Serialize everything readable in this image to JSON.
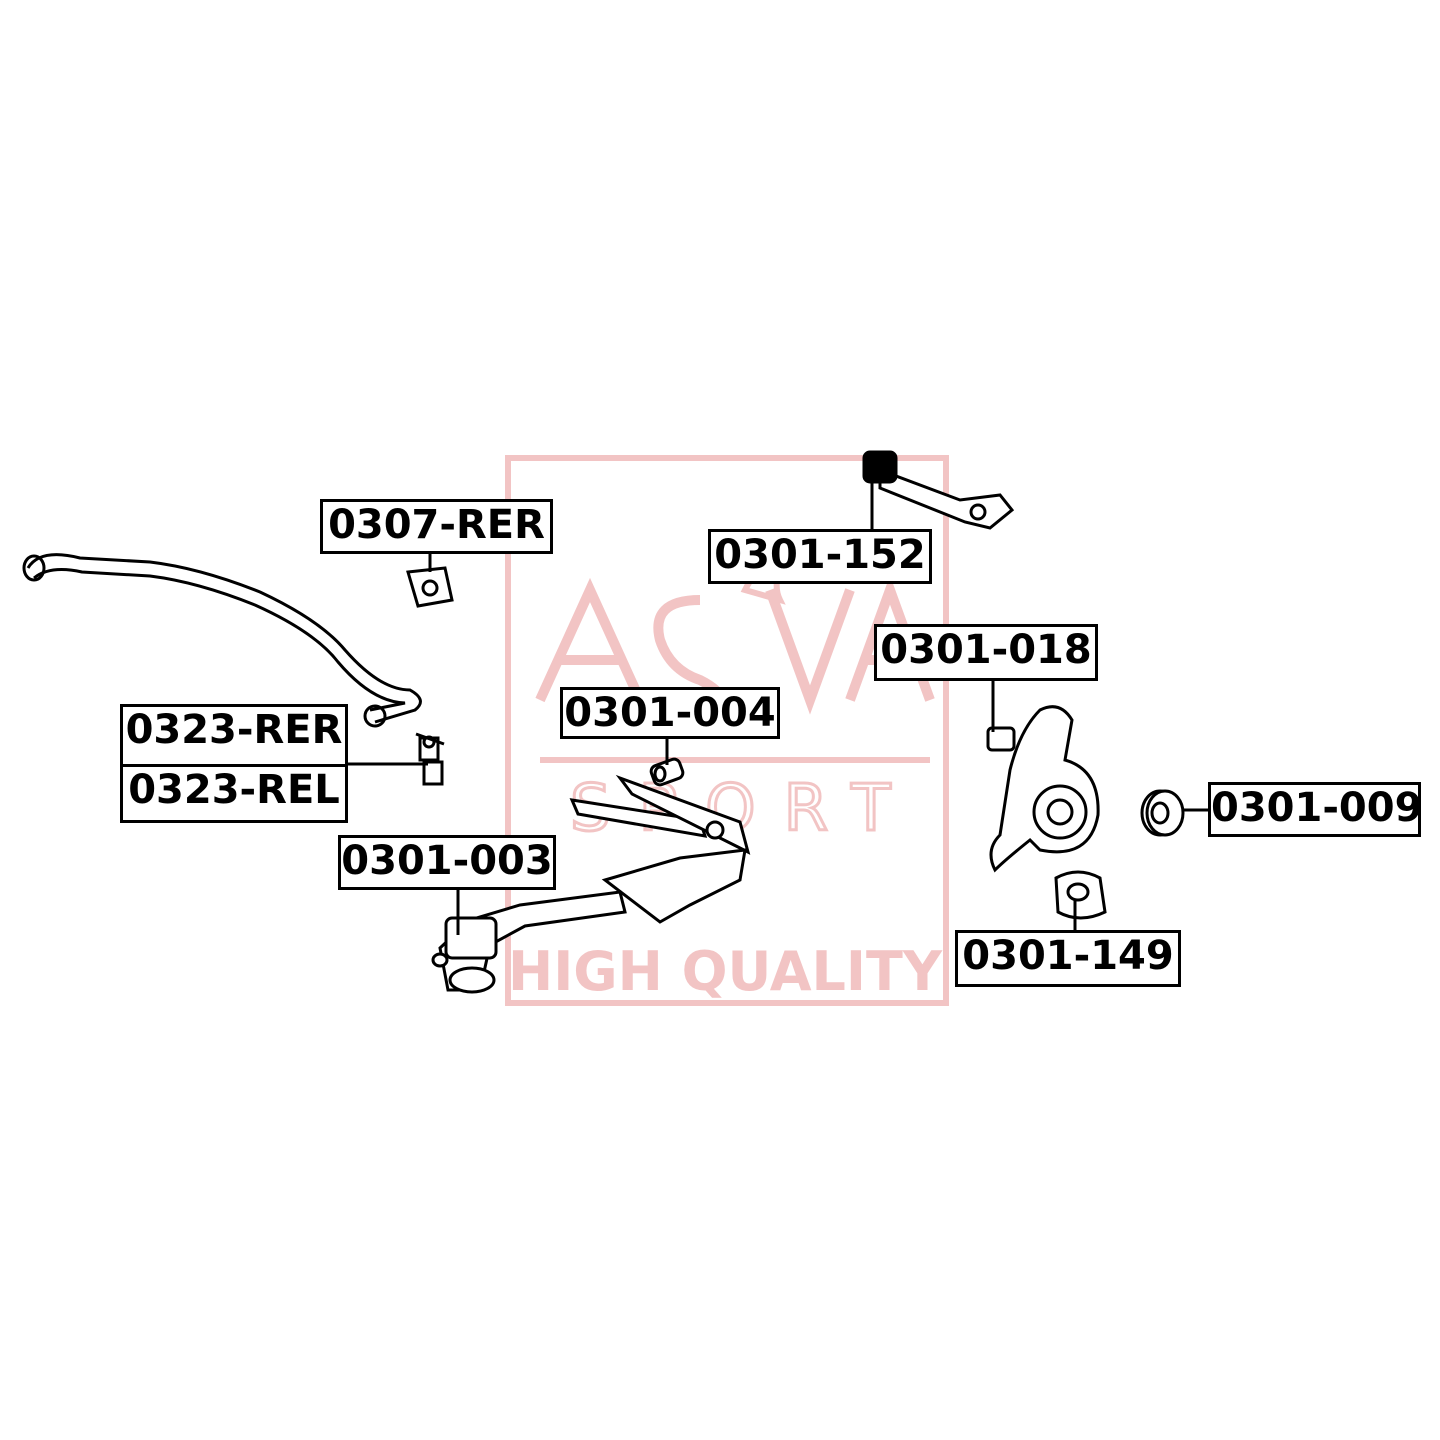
{
  "watermark": {
    "logo_text": "ASVA",
    "logo_subtext": "SPORT",
    "quality_text": "HIGH QUALITY",
    "color": "#f2c4c4"
  },
  "labels": {
    "l_0307_rer": "0307-RER",
    "l_0301_152": "0301-152",
    "l_0301_018": "0301-018",
    "l_0301_004": "0301-004",
    "l_0323_rer": "0323-RER",
    "l_0323_rel": "0323-REL",
    "l_0301_009": "0301-009",
    "l_0301_003": "0301-003",
    "l_0301_149": "0301-149"
  }
}
